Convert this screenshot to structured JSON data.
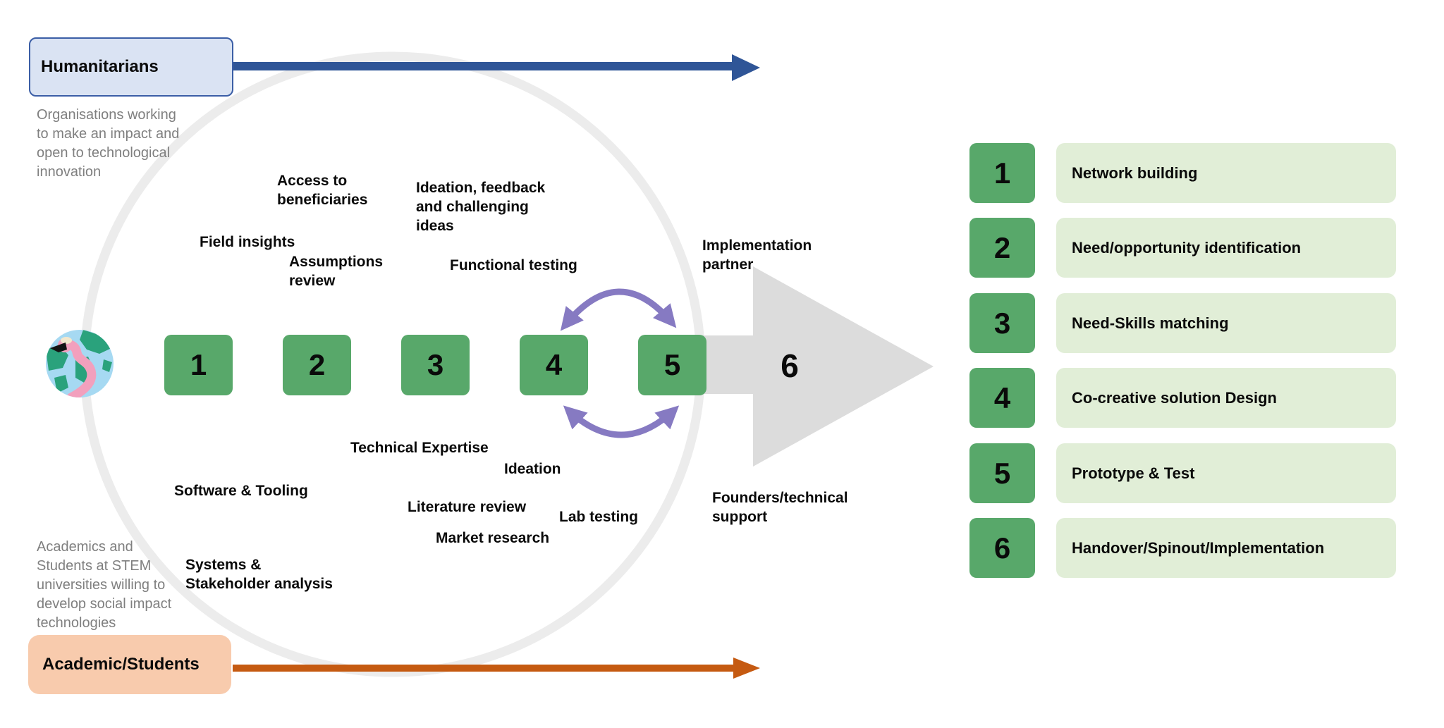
{
  "colors": {
    "blue": "#2f5597",
    "blueborder": "#3b5ea6",
    "lightblue": "#dae3f3",
    "orange": "#c55a11",
    "peach": "#f8cbad",
    "green": "#58a86a",
    "lightgreen": "#e1eed7",
    "grayarrow": "#dcdcdc",
    "ring": "#ececec",
    "purple": "#867ac2",
    "graytext": "#7f7f7f",
    "ink": "#0a0a0a"
  },
  "tracks": {
    "top": {
      "label": "Humanitarians",
      "description": "Organisations working\nto make an impact and\nopen to technological\ninnovation"
    },
    "bottom": {
      "label": "Academic/Students",
      "description": "Academics and\nStudents at STEM\nuniversities willing to\ndevelop social impact\ntechnologies"
    }
  },
  "steps": [
    "1",
    "2",
    "3",
    "4",
    "5",
    "6"
  ],
  "annotations": {
    "access_to_beneficiaries": "Access to\nbeneficiaries",
    "ideation_feedback": "Ideation, feedback\nand challenging\nideas",
    "field_insights": "Field insights",
    "assumptions_review": "Assumptions\nreview",
    "functional_testing": "Functional testing",
    "implementation_partner": "Implementation\npartner",
    "technical_expertise": "Technical Expertise",
    "ideation": "Ideation",
    "software_tooling": "Software & Tooling",
    "literature_review": "Literature review",
    "lab_testing": "Lab testing",
    "market_research": "Market research",
    "systems_stakeholder": "Systems &\nStakeholder analysis",
    "founders_support": "Founders/technical\nsupport"
  },
  "legend": {
    "items": [
      {
        "number": "1",
        "label": "Network building"
      },
      {
        "number": "2",
        "label": "Need/opportunity identification"
      },
      {
        "number": "3",
        "label": "Need-Skills matching"
      },
      {
        "number": "4",
        "label": "Co-creative solution Design"
      },
      {
        "number": "5",
        "label": "Prototype & Test"
      },
      {
        "number": "6",
        "label": "Handover/Spinout/Implementation"
      }
    ]
  }
}
